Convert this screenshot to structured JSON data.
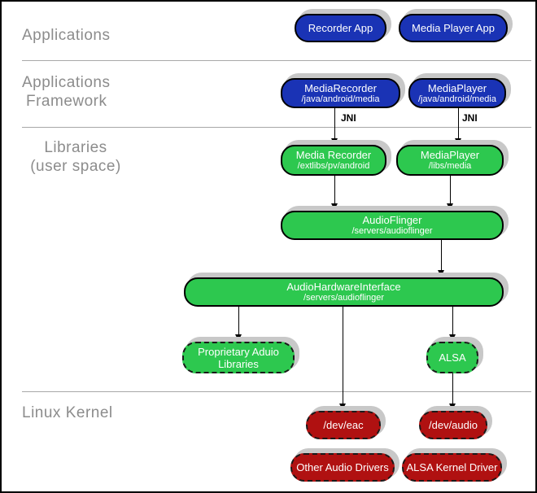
{
  "sections": {
    "applications": {
      "label": "Applications"
    },
    "framework": {
      "line1": "Applications",
      "line2": "Framework"
    },
    "libraries": {
      "line1": "Libraries",
      "line2": "(user space)"
    },
    "kernel": {
      "label": "Linux Kernel"
    }
  },
  "connector_labels": {
    "jni_left": "JNI",
    "jni_right": "JNI"
  },
  "boxes": {
    "recorder_app": {
      "title": "Recorder App"
    },
    "media_player_app": {
      "title": "Media Player App"
    },
    "media_recorder_framework": {
      "title": "MediaRecorder",
      "subtitle": "/java/android/media"
    },
    "media_player_framework": {
      "title": "MediaPlayer",
      "subtitle": "/java/android/media"
    },
    "media_recorder_lib": {
      "title": "Media Recorder",
      "subtitle": "/extlibs/pv/android"
    },
    "media_player_lib": {
      "title": "MediaPlayer",
      "subtitle": "/libs/media"
    },
    "audio_flinger": {
      "title": "AudioFlinger",
      "subtitle": "/servers/audioflinger"
    },
    "audio_hardware_interface": {
      "title": "AudioHardwareInterface",
      "subtitle": "/servers/audioflinger"
    },
    "proprietary_audio_libraries": {
      "title": "Proprietary Aduio Libraries"
    },
    "alsa": {
      "title": "ALSA"
    },
    "dev_eac": {
      "title": "/dev/eac"
    },
    "dev_audio": {
      "title": "/dev/audio"
    },
    "other_audio_drivers": {
      "title": "Other Audio Drivers"
    },
    "alsa_kernel_driver": {
      "title": "ALSA Kernel Driver"
    }
  },
  "colors": {
    "app_blue": "#1A33B5",
    "library_green": "#2DC84F",
    "kernel_red": "#B01111",
    "shadow_gray": "#C8C8C8",
    "label_gray": "#8C8C8C",
    "divider_gray": "#A8A8A8"
  }
}
